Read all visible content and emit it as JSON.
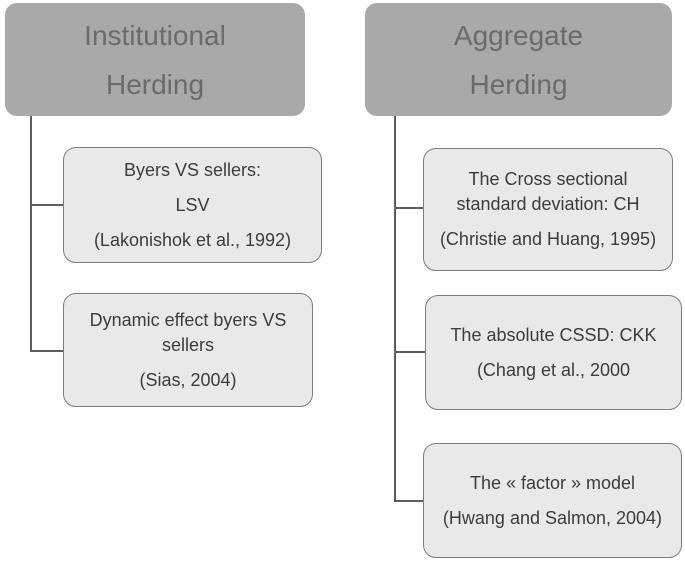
{
  "colors": {
    "header_fill": "#a9a9a9",
    "header_text": "#6b6b6b",
    "node_fill": "#e9e9e9",
    "node_border": "#7d7d7d",
    "node_text": "#3c3c3c",
    "connector": "#5c5c5c",
    "background": "#ffffff"
  },
  "columns": [
    {
      "header": {
        "lines": [
          "Institutional",
          "Herding"
        ]
      },
      "children": [
        {
          "paragraphs": [
            [
              "Byers VS sellers:"
            ],
            [
              "LSV"
            ],
            [
              "(Lakonishok et al., 1992)"
            ]
          ]
        },
        {
          "paragraphs": [
            [
              "Dynamic effect byers VS",
              "sellers"
            ],
            [
              "(Sias, 2004)"
            ]
          ]
        }
      ]
    },
    {
      "header": {
        "lines": [
          "Aggregate",
          "Herding"
        ]
      },
      "children": [
        {
          "paragraphs": [
            [
              "The Cross sectional",
              "standard deviation: CH"
            ],
            [
              "(Christie and Huang, 1995)"
            ]
          ]
        },
        {
          "paragraphs": [
            [
              "The absolute CSSD: CKK"
            ],
            [
              "(Chang et al., 2000"
            ]
          ]
        },
        {
          "paragraphs": [
            [
              "The « factor » model"
            ],
            [
              "(Hwang and Salmon, 2004)"
            ]
          ]
        }
      ]
    }
  ]
}
